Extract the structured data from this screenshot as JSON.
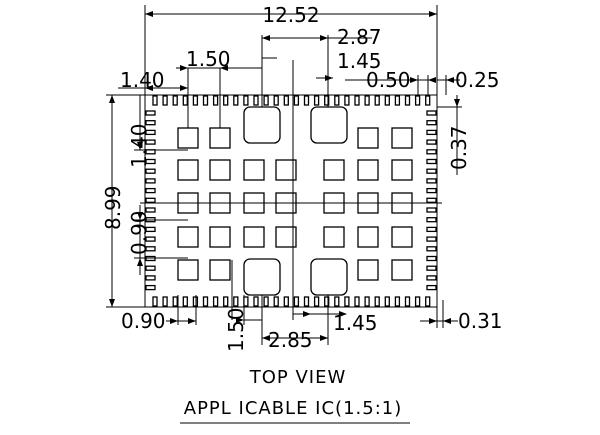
{
  "dimensions": {
    "overall_width": "12.52",
    "center_pad_span_top": "2.87",
    "pad_pitch_top": "1.50",
    "center_pad_width_top": "1.45",
    "edge_offset_left": "1.40",
    "pin_pitch": "0.50",
    "pin_width": "0.25",
    "pin_length": "0.37",
    "overall_height": "8.99",
    "row_offset": "1.40",
    "row_pitch": "0.90",
    "bottom_left_offset": "0.90",
    "pad_pitch_bottom": "1.50",
    "center_pad_span_bottom": "2.85",
    "center_pad_width_bottom": "1.45",
    "bottom_right_offset": "0.31"
  },
  "captions": {
    "view": "TOP VIEW",
    "note": "APPL ICABLE IC(1.5:1)"
  }
}
